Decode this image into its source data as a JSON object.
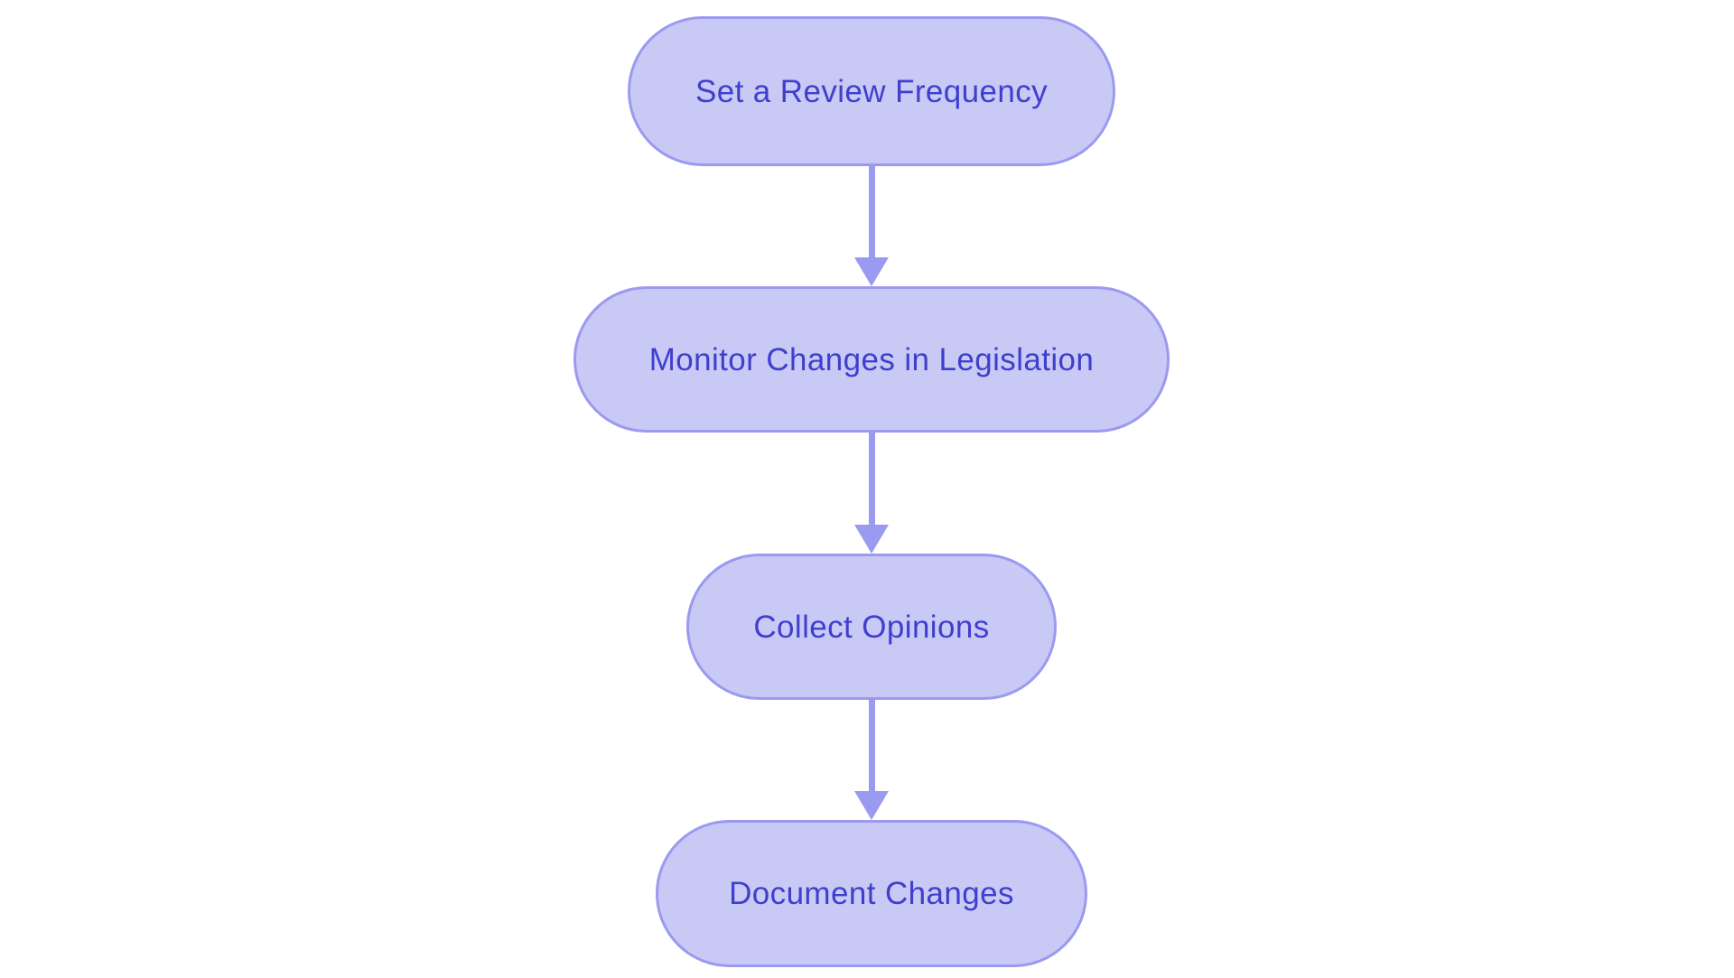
{
  "flowchart": {
    "type": "flowchart",
    "direction": "top-down",
    "nodes": [
      {
        "id": "n1",
        "label": "Set a Review Frequency"
      },
      {
        "id": "n2",
        "label": "Monitor Changes in Legislation"
      },
      {
        "id": "n3",
        "label": "Collect Opinions"
      },
      {
        "id": "n4",
        "label": "Document Changes"
      }
    ],
    "edges": [
      {
        "from": "n1",
        "to": "n2"
      },
      {
        "from": "n2",
        "to": "n3"
      },
      {
        "from": "n3",
        "to": "n4"
      }
    ],
    "colors": {
      "background": "#ffffff",
      "node_fill": "#c9c9f6",
      "node_border": "#9a9af0",
      "arrow": "#9a9af0",
      "text": "#3f3fcd"
    }
  }
}
